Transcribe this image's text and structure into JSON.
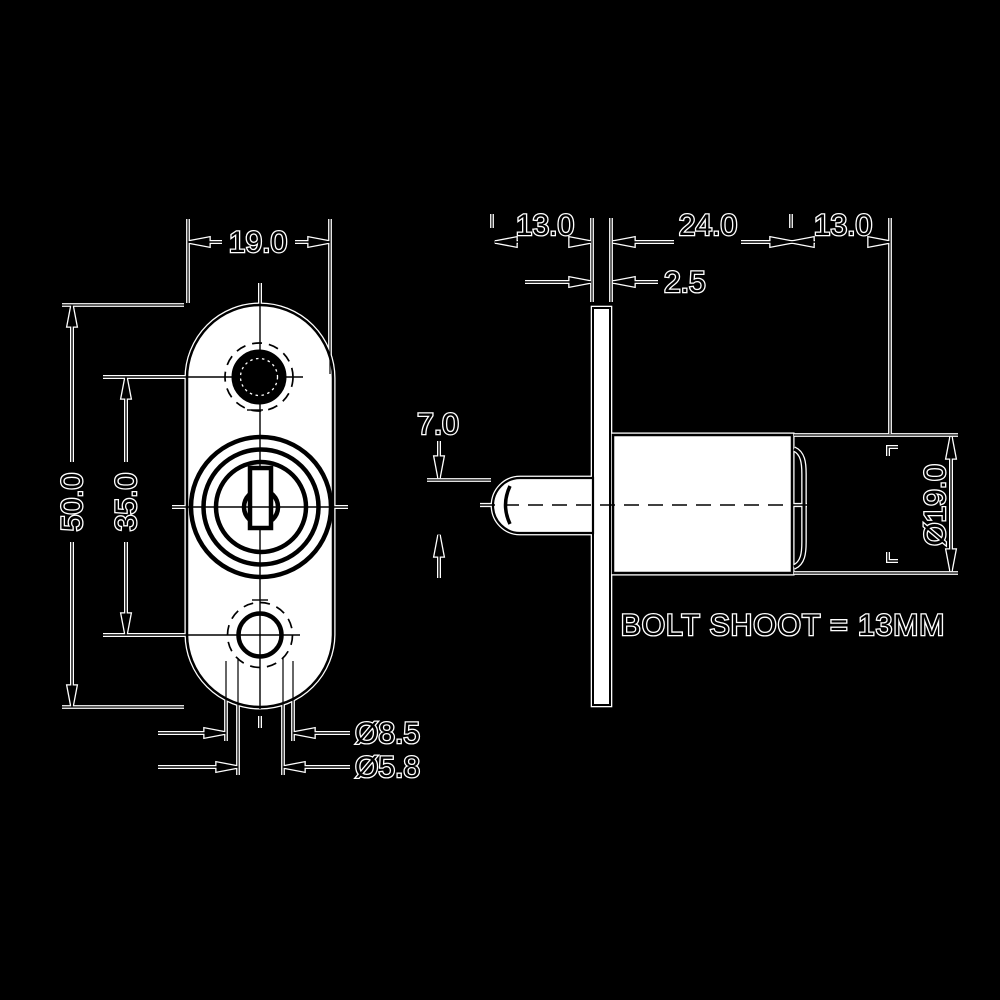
{
  "note": "BOLT SHOOT = 13MM",
  "front_view": {
    "plate_width": "19.0",
    "plate_height": "50.0",
    "hole_spacing": "35.0",
    "screw_hole_outer": "Ø8.5",
    "screw_hole_inner": "Ø5.8"
  },
  "side_view": {
    "cam_projection": "13.0",
    "body_length": "24.0",
    "bolt_travel": "13.0",
    "plate_thickness": "2.5",
    "bolt_diameter": "7.0",
    "body_diameter": "Ø19.0"
  },
  "colors": {
    "background": "#000000",
    "line": "#ffffff",
    "ink": "#000000"
  }
}
